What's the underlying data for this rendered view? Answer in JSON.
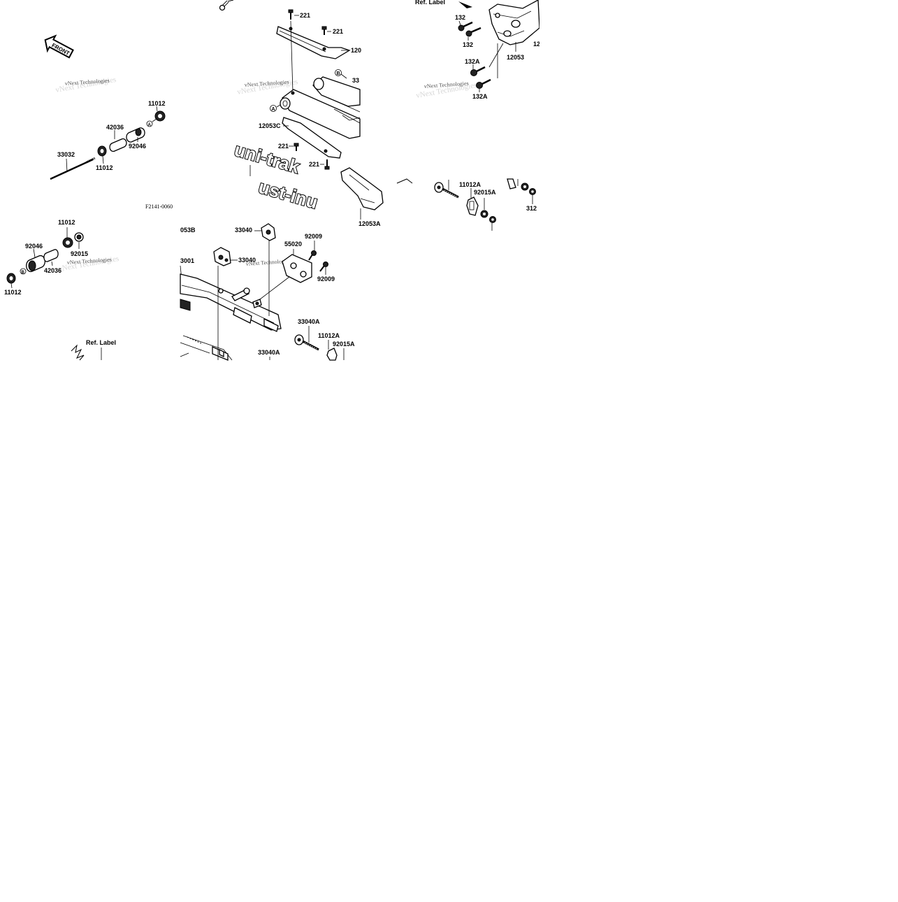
{
  "diagram": {
    "figure_code": "F2141-0060",
    "watermark": "vNext Technologies",
    "front_arrow_label": "FRONT",
    "brand_text_1": "uni-trak",
    "brand_text_2": "ust-inu",
    "ref_label": "Ref. Label",
    "markers": [
      "A",
      "B"
    ],
    "part_labels": {
      "p221": "221",
      "p120_top": "120",
      "p33_top": "33",
      "p12053c": "12053C",
      "p12053a": "12053A",
      "p12053b": "053B",
      "p12053": "12053",
      "p12_right": "12",
      "p132": "132",
      "p132a": "132A",
      "p11012": "11012",
      "p11012a": "11012A",
      "p42036": "42036",
      "p92046": "92046",
      "p33032": "33032",
      "p92015": "92015",
      "p92015a": "92015A",
      "p312": "312",
      "p33040": "33040",
      "p33040a": "33040A",
      "p55020": "55020",
      "p92009": "92009",
      "p33001": "3001"
    }
  }
}
